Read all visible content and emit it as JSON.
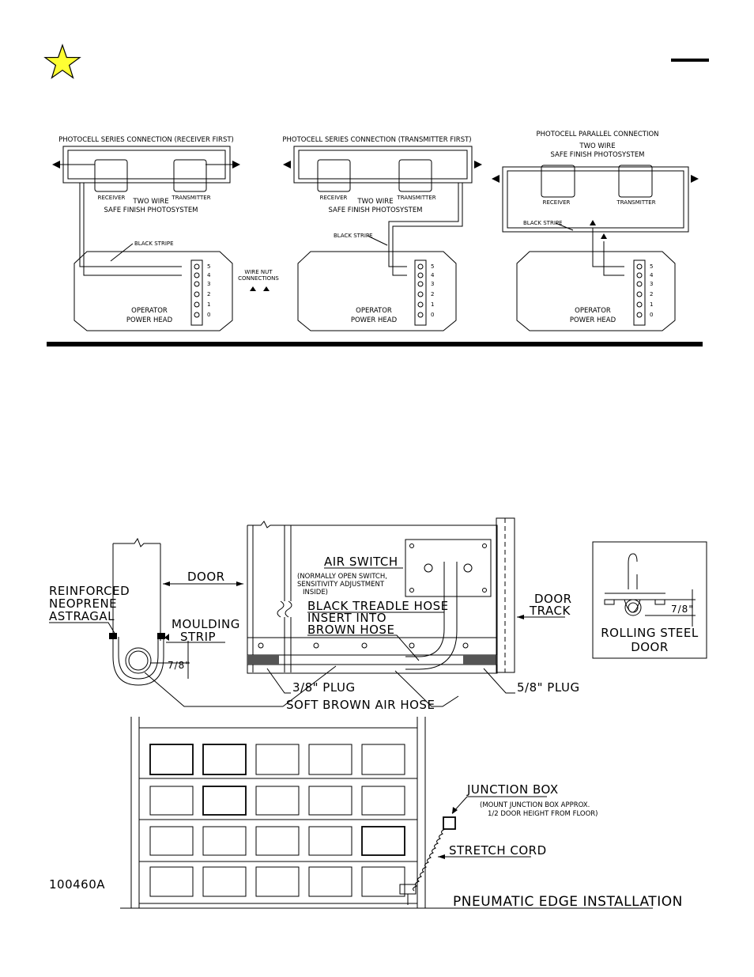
{
  "top": {
    "panels": [
      {
        "title": "PHOTOCELL SERIES CONNECTION (RECEIVER FIRST)",
        "receiver": "RECEIVER",
        "transmitter": "TRANSMITTER",
        "system_line1": "TWO WIRE",
        "system_line2": "SAFE FINISH PHOTOSYSTEM",
        "stripe": "BLACK STRIPE",
        "head_line1": "OPERATOR",
        "head_line2": "POWER HEAD",
        "terminals": [
          "5",
          "4",
          "3",
          "2",
          "1",
          "0"
        ]
      },
      {
        "title": "PHOTOCELL SERIES CONNECTION (TRANSMITTER FIRST)",
        "receiver": "RECEIVER",
        "transmitter": "TRANSMITTER",
        "system_line1": "TWO WIRE",
        "system_line2": "SAFE FINISH PHOTOSYSTEM",
        "stripe": "BLACK STRIPE",
        "head_line1": "OPERATOR",
        "head_line2": "POWER HEAD",
        "terminals": [
          "5",
          "4",
          "3",
          "2",
          "1",
          "0"
        ]
      },
      {
        "title": "PHOTOCELL PARALLEL CONNECTION",
        "receiver": "RECEIVER",
        "transmitter": "TRANSMITTER",
        "system_line1": "TWO WIRE",
        "system_line2": "SAFE FINISH PHOTOSYSTEM",
        "stripe": "BLACK STRIPE",
        "head_line1": "OPERATOR",
        "head_line2": "POWER HEAD",
        "terminals": [
          "5",
          "4",
          "3",
          "2",
          "1",
          "0"
        ]
      }
    ],
    "wire_nut_line1": "WIRE NUT",
    "wire_nut_line2": "CONNECTIONS"
  },
  "bottom": {
    "door": "DOOR",
    "astragal_line1": "REINFORCED",
    "astragal_line2": "NEOPRENE",
    "astragal_line3": "ASTRAGAL",
    "moulding_line1": "MOULDING",
    "moulding_line2": "STRIP",
    "dim_left": "7/8\"",
    "air_switch": "AIR SWITCH",
    "air_switch_note1": "(NORMALLY OPEN SWITCH,",
    "air_switch_note2": "SENSITIVITY ADJUSTMENT",
    "air_switch_note3": "INSIDE)",
    "treadle_hose": "BLACK TREADLE HOSE",
    "insert_line1": "INSERT INTO",
    "insert_line2": "BROWN HOSE",
    "door_track_line1": "DOOR",
    "door_track_line2": "TRACK",
    "plug_small": "3/8\" PLUG",
    "plug_large": "5/8\" PLUG",
    "air_hose": "SOFT BROWN AIR HOSE",
    "dim_right": "7/8\"",
    "rolling_line1": "ROLLING STEEL",
    "rolling_line2": "DOOR",
    "junction_box": "JUNCTION BOX",
    "junction_note1": "(MOUNT JUNCTION BOX APPROX.",
    "junction_note2": "1/2 DOOR HEIGHT FROM FLOOR)",
    "stretch_cord": "STRETCH CORD",
    "drawing_number": "100460A",
    "drawing_title": "PNEUMATIC EDGE INSTALLATION"
  }
}
